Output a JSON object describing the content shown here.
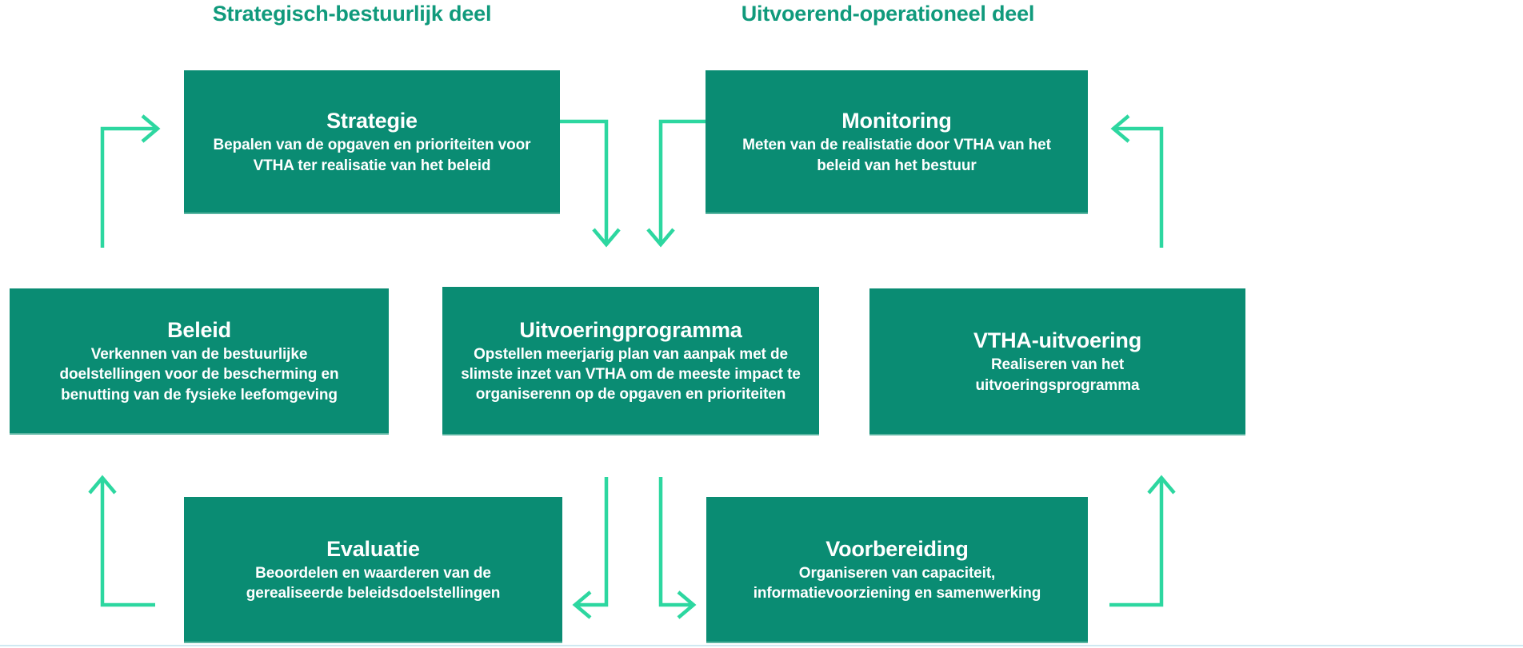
{
  "headers": {
    "left": "Strategisch-bestuurlijk deel",
    "right": "Uitvoerend-operationeel deel"
  },
  "boxes": {
    "strategie": {
      "title": "Strategie",
      "body": "Bepalen van de opgaven en prioriteiten voor VTHA ter realisatie van het beleid"
    },
    "monitoring": {
      "title": "Monitoring",
      "body": "Meten van de realistatie door VTHA van het beleid van het bestuur"
    },
    "beleid": {
      "title": "Beleid",
      "body": "Verkennen van de bestuurlijke doelstellingen voor de bescherming en benutting van de fysieke leefomgeving"
    },
    "uitvoeringprogramma": {
      "title": "Uitvoeringprogramma",
      "body": "Opstellen meerjarig plan van aanpak met de slimste inzet van VTHA om de meeste impact te organiserenn op de opgaven en prioriteiten"
    },
    "vtha_uitvoering": {
      "title": "VTHA-uitvoering",
      "body": "Realiseren van het uitvoeringsprogramma"
    },
    "evaluatie": {
      "title": "Evaluatie",
      "body": "Beoordelen en waarderen van de gerealiseerde beleidsdoelstellingen"
    },
    "voorbereiding": {
      "title": "Voorbereiding",
      "body": "Organiseren van capaciteit, informatievoorziening en samenwerking"
    }
  },
  "colors": {
    "box_fill": "#0a8c73",
    "box_text": "#ffffff",
    "header_text": "#109a7c",
    "arrow": "#2dd7a0"
  },
  "arrows": [
    {
      "name": "beleid-to-strategie",
      "from": "beleid",
      "to": "strategie"
    },
    {
      "name": "strategie-to-uitvoeringprogramma",
      "from": "strategie",
      "to": "uitvoeringprogramma"
    },
    {
      "name": "monitoring-to-uitvoeringprogramma",
      "from": "monitoring",
      "to": "uitvoeringprogramma"
    },
    {
      "name": "vtha-uitvoering-to-monitoring",
      "from": "vtha_uitvoering",
      "to": "monitoring"
    },
    {
      "name": "evaluatie-to-beleid",
      "from": "evaluatie",
      "to": "beleid"
    },
    {
      "name": "uitvoeringprogramma-to-evaluatie",
      "from": "uitvoeringprogramma",
      "to": "evaluatie"
    },
    {
      "name": "uitvoeringprogramma-to-voorbereiding",
      "from": "uitvoeringprogramma",
      "to": "voorbereiding"
    },
    {
      "name": "voorbereiding-to-vtha-uitvoering",
      "from": "voorbereiding",
      "to": "vtha_uitvoering"
    }
  ]
}
